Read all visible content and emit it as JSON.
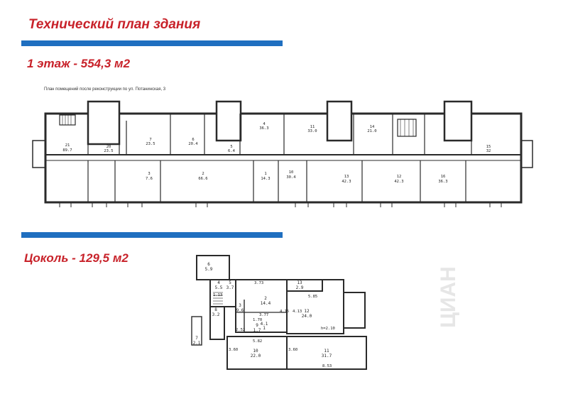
{
  "header": {
    "title": "Технический план здания"
  },
  "floor1": {
    "label": "1 этаж - 554,3 м2",
    "caption": "План помещений после реконструкции по ул. Потанинская, 3",
    "rooms": [
      {
        "num": "21",
        "area": "89.7"
      },
      {
        "num": "20",
        "area": "23.5"
      },
      {
        "num": "7",
        "area": "23.5"
      },
      {
        "num": "6",
        "area": "20.4"
      },
      {
        "num": "5",
        "area": "6.4"
      },
      {
        "num": "4",
        "area": "36.3"
      },
      {
        "num": "11",
        "area": "33.0"
      },
      {
        "num": "14",
        "area": "21.0"
      },
      {
        "num": "15",
        "area": "32"
      },
      {
        "num": "3",
        "area": "7.6"
      },
      {
        "num": "2",
        "area": "66.6"
      },
      {
        "num": "1",
        "area": "14.3"
      },
      {
        "num": "10",
        "area": "30.4"
      },
      {
        "num": "13",
        "area": "42.3"
      },
      {
        "num": "12",
        "area": "42.3"
      },
      {
        "num": "16",
        "area": "36.3"
      }
    ]
  },
  "basement": {
    "label": "Цоколь - 129,5 м2",
    "rooms": [
      {
        "num": "6",
        "area": "5.9"
      },
      {
        "num": "4",
        "area": "5.5"
      },
      {
        "num": "5",
        "area": "3.7"
      },
      {
        "num": "8",
        "area": "3.2"
      },
      {
        "num": "7",
        "area": "2.1"
      },
      {
        "num": "3",
        "area": "9.6"
      },
      {
        "num": "2",
        "area": "14.4"
      },
      {
        "num": "1",
        "area": "4.1"
      },
      {
        "num": "13",
        "area": "2.9"
      },
      {
        "num": "12",
        "area": "24.0"
      },
      {
        "num": "9",
        "area": "1.7"
      },
      {
        "num": "10",
        "area": "22.0"
      },
      {
        "num": "11",
        "area": "31.7"
      }
    ],
    "dims": [
      "3.73",
      "5.85",
      "1.13",
      "3.77",
      "4.15",
      "4.13",
      "1.70",
      "2.52",
      "5.82",
      "3.60",
      "3.60",
      "8.53",
      "h=2.10"
    ]
  },
  "watermark": "ЦИАН",
  "colors": {
    "accent_red": "#c8222a",
    "bar_blue": "#1f6fc0",
    "line": "#2a2a2a"
  }
}
